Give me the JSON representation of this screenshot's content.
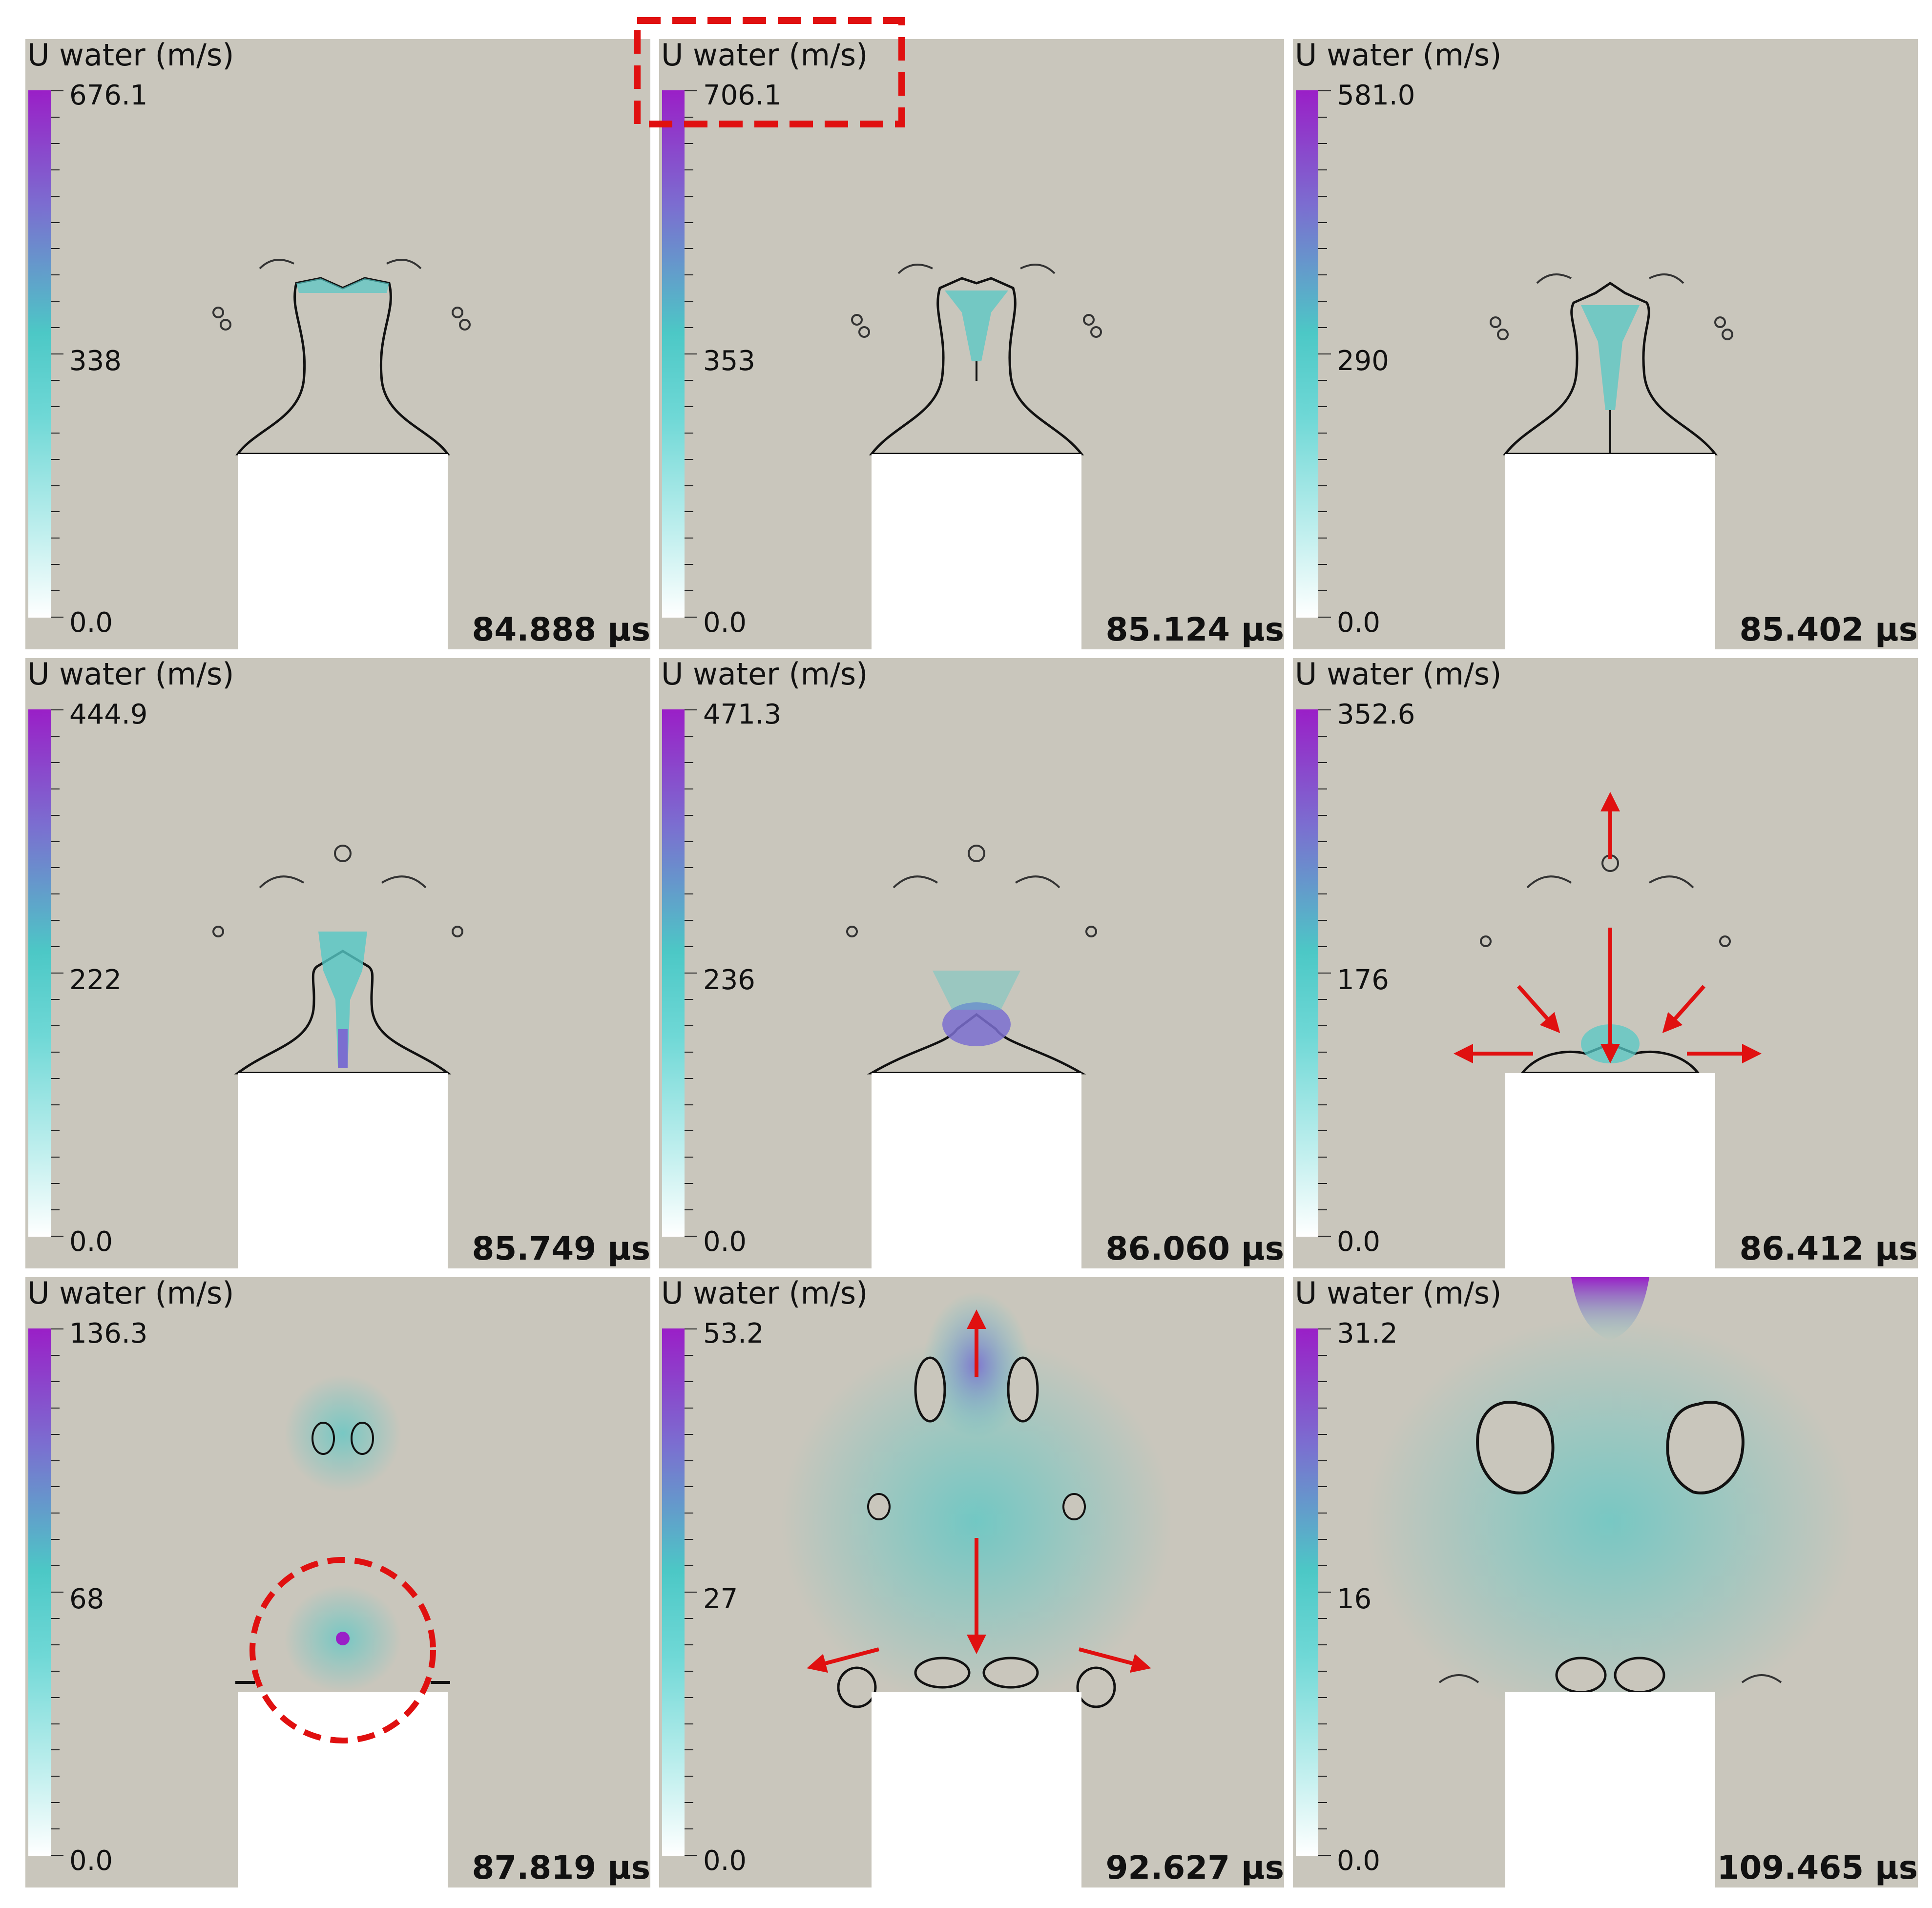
{
  "panels": [
    {
      "title": "U water (m/s)",
      "max": "676.1",
      "mid": "338",
      "min": "0.0",
      "time": "84.888 μs"
    },
    {
      "title": "U water (m/s)",
      "max": "706.1",
      "mid": "353",
      "min": "0.0",
      "time": "85.124 μs"
    },
    {
      "title": "U water (m/s)",
      "max": "581.0",
      "mid": "290",
      "min": "0.0",
      "time": "85.402 μs"
    },
    {
      "title": "U water (m/s)",
      "max": "444.9",
      "mid": "222",
      "min": "0.0",
      "time": "85.749 μs"
    },
    {
      "title": "U water (m/s)",
      "max": "471.3",
      "mid": "236",
      "min": "0.0",
      "time": "86.060 μs"
    },
    {
      "title": "U water (m/s)",
      "max": "352.6",
      "mid": "176",
      "min": "0.0",
      "time": "86.412 μs"
    },
    {
      "title": "U water (m/s)",
      "max": "136.3",
      "mid": "68",
      "min": "0.0",
      "time": "87.819 μs"
    },
    {
      "title": "U water (m/s)",
      "max": "53.2",
      "mid": "27",
      "min": "0.0",
      "time": "92.627 μs"
    },
    {
      "title": "U water (m/s)",
      "max": "31.2",
      "mid": "16",
      "min": "0.0",
      "time": "109.465 μs"
    }
  ],
  "colors": {
    "background": "#c9c6bc",
    "colormap_max": "#9a1fc7",
    "colormap_mid": "#4cc8c6",
    "colormap_min": "#ffffff",
    "annotation": "#e01010"
  }
}
